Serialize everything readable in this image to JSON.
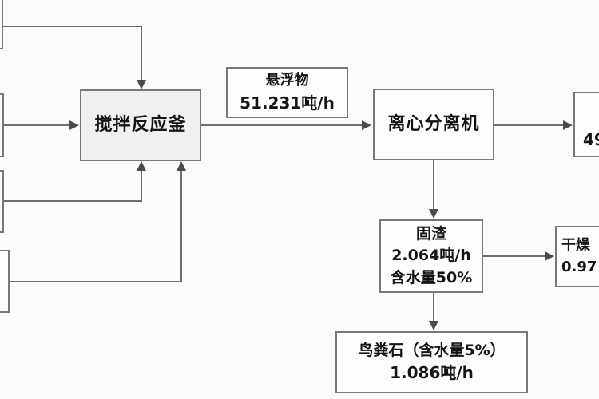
{
  "nodes": {
    "reactor": {
      "label": "搅拌反应釜"
    },
    "suspension": {
      "line1": "悬浮物",
      "line2": "51.231吨/h"
    },
    "separator": {
      "label": "离心分离机"
    },
    "clear_liquid": {
      "line2": "49"
    },
    "solid_residue": {
      "line1": "固渣",
      "line2": "2.064吨/h",
      "line3": "含水量50%"
    },
    "drying": {
      "line1": "干燥",
      "line2": "0.97"
    },
    "struvite": {
      "line1": "鸟粪石（含水量5%）",
      "line2": "1.086吨/h"
    }
  },
  "colors": {
    "background": "#fbfbfb",
    "box_border": "#787878",
    "connector_line": "#6e6e6e",
    "arrowhead": "#4a4a4a",
    "text": "#141414",
    "reactor_fill": "#f0f0f0"
  }
}
